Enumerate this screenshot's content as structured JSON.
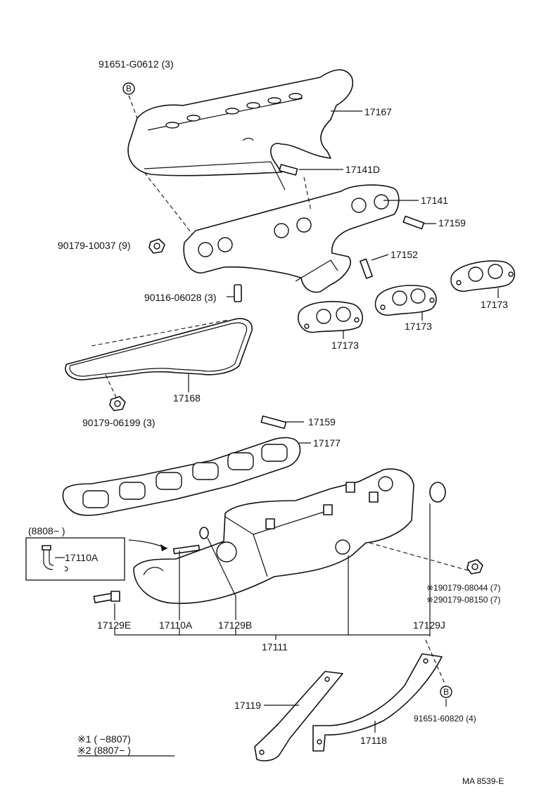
{
  "labels": {
    "bolt_top": "91651-G0612 (3)",
    "heat_insulator": "17167",
    "stud_d": "17141D",
    "manifold_upper": "17141",
    "stud_17159_top": "17159",
    "nut_9": "90179-10037 (9)",
    "stud_17152": "17152",
    "stud_90116": "90116-06028 (3)",
    "gasket_1": "17173",
    "gasket_2": "17173",
    "gasket_3": "17173",
    "gasket_17168": "17168",
    "nut_90179_06199": "90179-06199 (3)",
    "stud_17159_mid": "17159",
    "gasket_17177": "17177",
    "inset_date": "(8808−     )",
    "inset_part": "17110A",
    "nut_alt1": "※190179-08044 (7)",
    "nut_alt2": "※290179-08150 (7)",
    "p_17129E": "17129E",
    "p_17110A": "17110A",
    "p_17129B": "17129B",
    "p_17129J": "17129J",
    "p_17111": "17111",
    "p_17119": "17119",
    "p_17118": "17118",
    "bolt_bottom": "91651-60820 (4)",
    "legend_1": "※1 (        −8807)",
    "legend_2": "※2 (8807−        )",
    "footer_code": "MA  8539-E",
    "circle_b": "B"
  }
}
